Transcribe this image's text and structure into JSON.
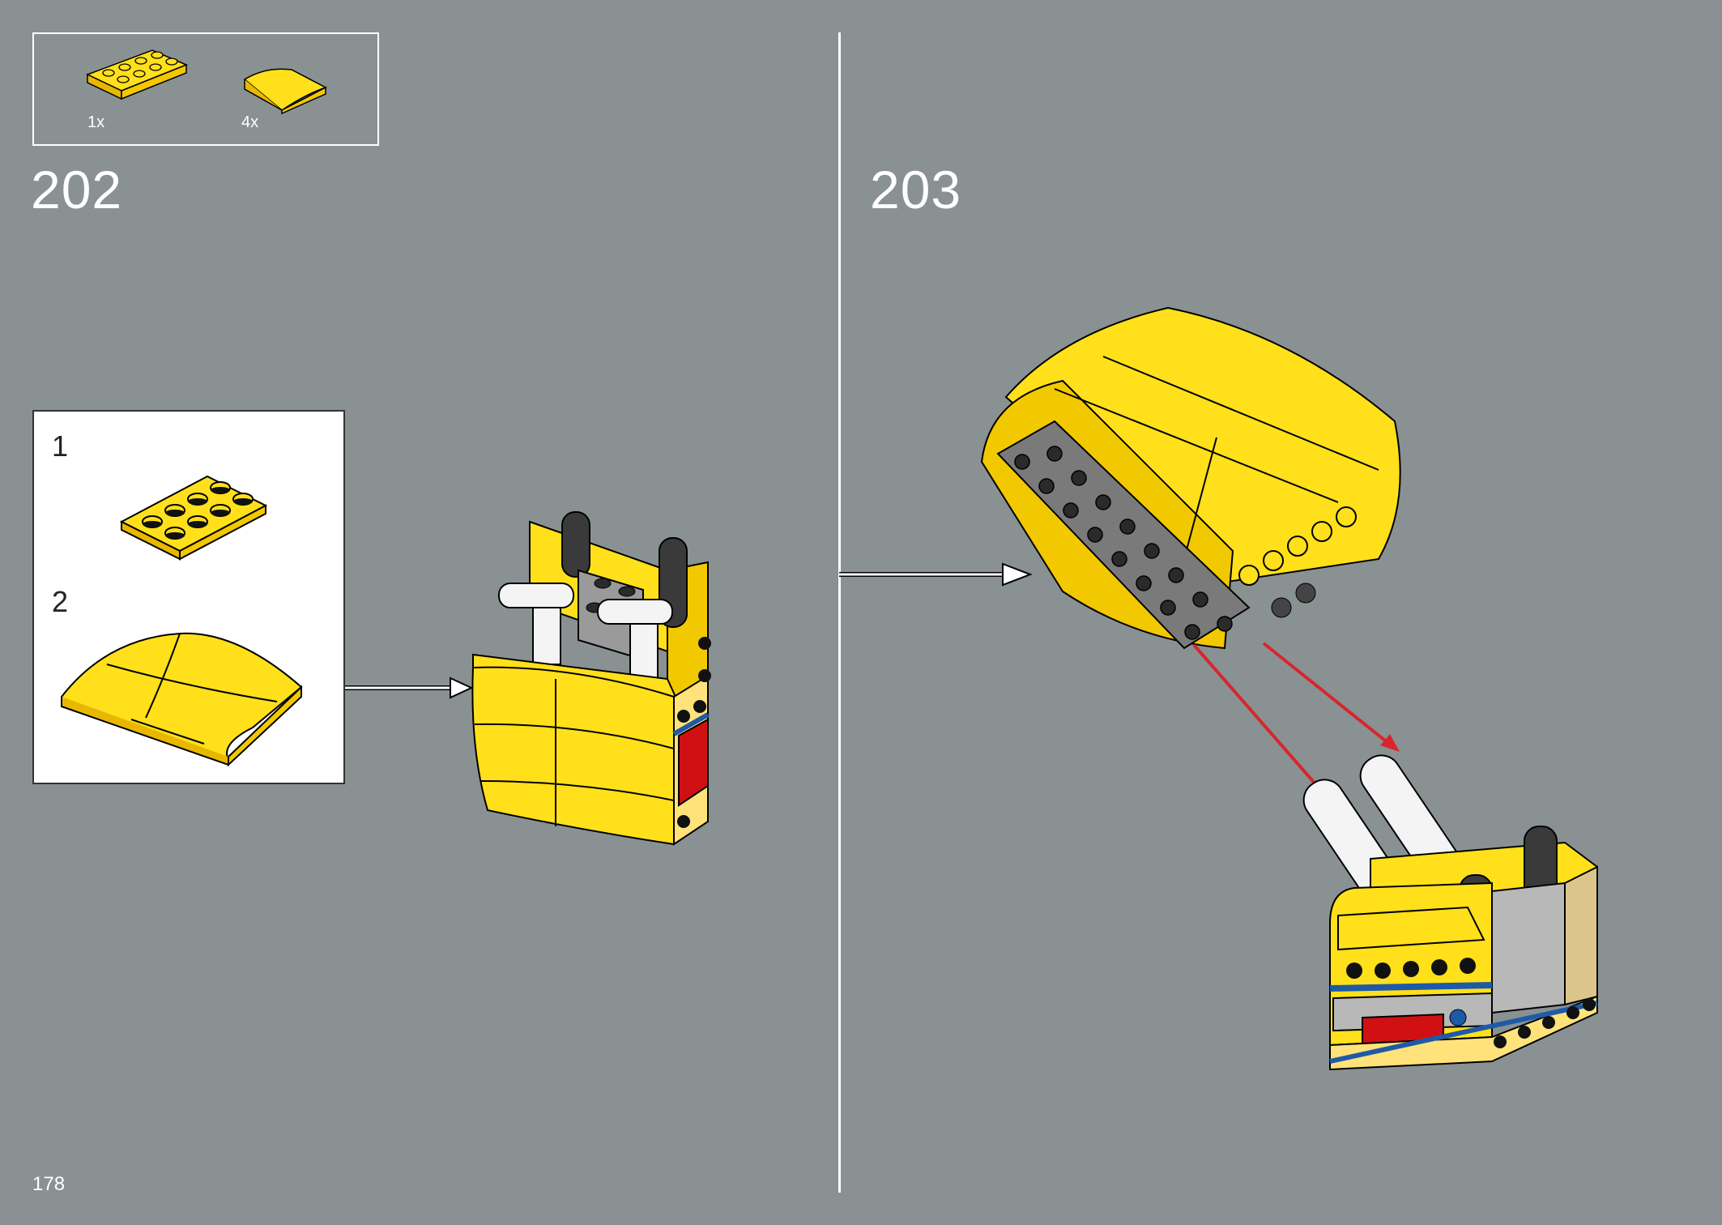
{
  "parts_list": [
    {
      "name": "yellow-plate-2x4",
      "qty": "1x"
    },
    {
      "name": "yellow-curved-slope",
      "qty": "4x"
    }
  ],
  "steps": [
    {
      "number": "202",
      "substeps": [
        "1",
        "2"
      ]
    },
    {
      "number": "203"
    }
  ],
  "page_number": "178",
  "colors": {
    "background": "#8a9193",
    "brick_yellow": "#ffe01a",
    "brick_yellow_dark": "#e8b800",
    "arrow_red": "#d7262d",
    "brick_red": "#d01012",
    "brick_blue": "#1e5aa8",
    "beam_white": "#f4f4f4",
    "beam_black": "#3a3a3a",
    "tan": "#dcc58a"
  }
}
